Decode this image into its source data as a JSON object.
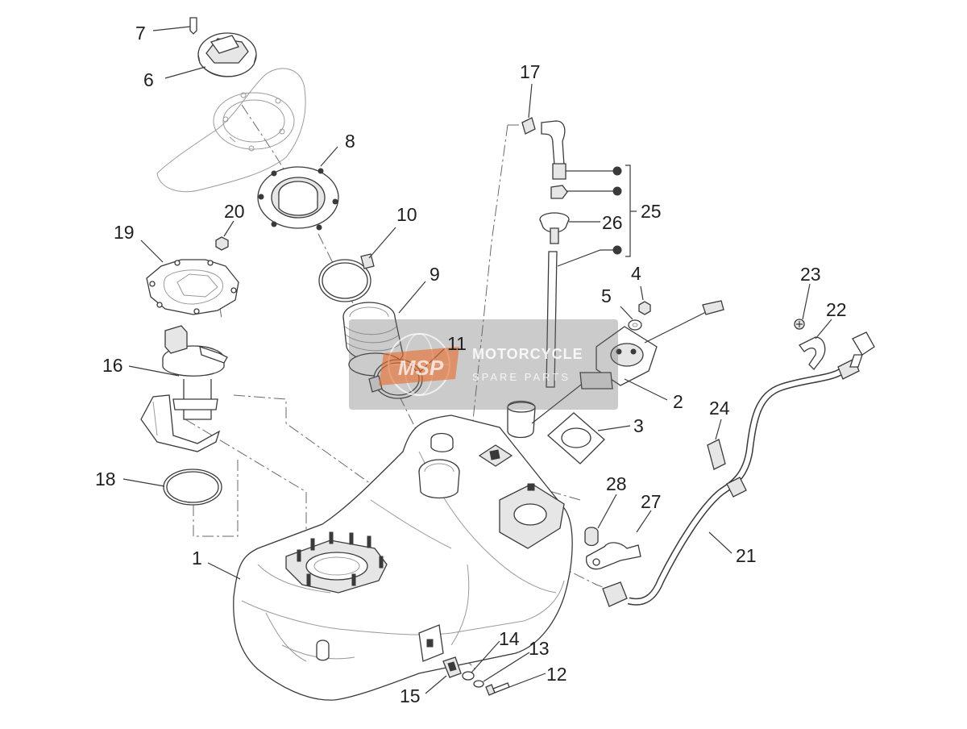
{
  "labels": {
    "p1": "1",
    "p2": "2",
    "p3": "3",
    "p4": "4",
    "p5": "5",
    "p6": "6",
    "p7": "7",
    "p8": "8",
    "p9": "9",
    "p10": "10",
    "p11": "11",
    "p12": "12",
    "p13": "13",
    "p14": "14",
    "p15": "15",
    "p16": "16",
    "p17": "17",
    "p18": "18",
    "p19": "19",
    "p20": "20",
    "p21": "21",
    "p22": "22",
    "p23": "23",
    "p24": "24",
    "p25": "25",
    "p26": "26",
    "p27": "27",
    "p28": "28"
  },
  "watermark": {
    "logo": "MSP",
    "line1": "MOTORCYCLE",
    "line2": "SPARE PARTS"
  },
  "colors": {
    "line": "#3a3a3a",
    "text": "#1f1f1f"
  }
}
